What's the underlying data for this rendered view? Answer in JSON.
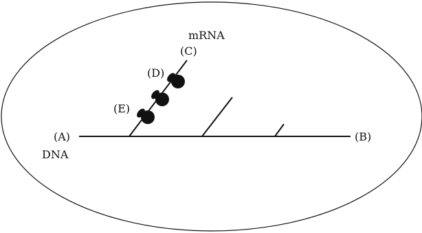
{
  "labels": {
    "mrna": "mRNA",
    "c": "(C)",
    "d": "(D)",
    "e": "(E)",
    "a": "(A)",
    "dna": "DNA",
    "b": "(B)"
  },
  "colors": {
    "stroke": "#111111",
    "background": "#ffffff"
  }
}
